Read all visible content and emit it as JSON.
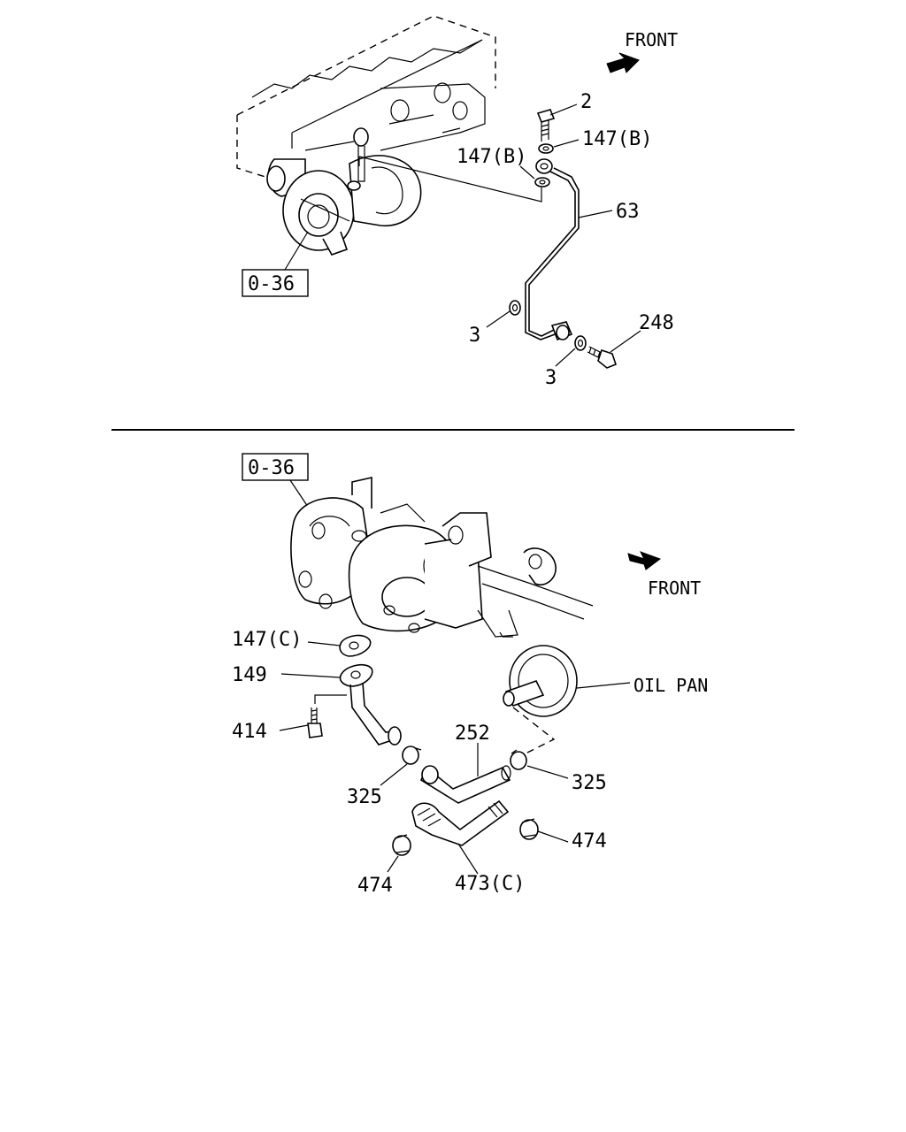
{
  "upper": {
    "front_label": "FRONT",
    "ref_box": "0-36",
    "callouts": {
      "bolt": "2",
      "washer_upper": "147(B)",
      "washer_left": "147(B)",
      "pipe": "63",
      "gasket_left": "3",
      "gasket_bottom": "3",
      "eye_bolt": "248"
    }
  },
  "lower": {
    "front_label": "FRONT",
    "ref_box": "0-36",
    "oil_pan_label": "OIL PAN",
    "callouts": {
      "gasket": "147(C)",
      "pipe_flange": "149",
      "flange_bolt": "414",
      "hose_upper": "252",
      "clamp_left": "325",
      "clamp_right": "325",
      "hose_lower": "473(C)",
      "clip_left": "474",
      "clip_right": "474"
    }
  }
}
